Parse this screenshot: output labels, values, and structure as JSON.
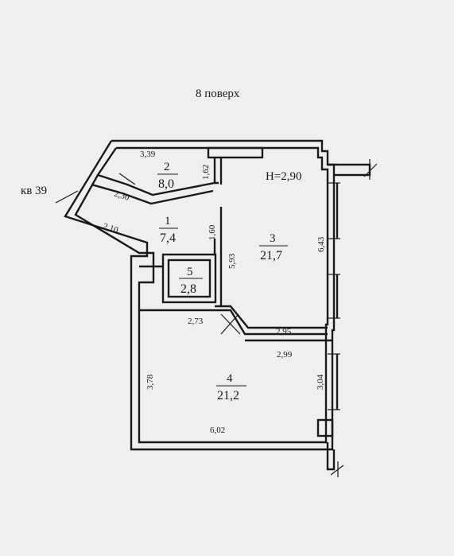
{
  "header": {
    "floor_label": "8 поверх"
  },
  "apartment_label": "кв 39",
  "ceiling_height": "H=2,90",
  "rooms": [
    {
      "number": "1",
      "area": "7,4"
    },
    {
      "number": "2",
      "area": "8,0"
    },
    {
      "number": "3",
      "area": "21,7"
    },
    {
      "number": "4",
      "area": "21,2"
    },
    {
      "number": "5",
      "area": "2,8"
    }
  ],
  "dimensions": {
    "top_wall": "3,39",
    "room2_right": "1,62",
    "diagonal_upper": "2,30",
    "diagonal_lower": "2,10",
    "corridor_wall": "1,60",
    "room3_inner": "5,93",
    "room3_right": "6,43",
    "room5_bottom": "2,73",
    "partition_upper": "2,95",
    "partition_lower": "2,99",
    "room4_left": "3,78",
    "room4_right": "3,04",
    "room4_bottom": "6,02"
  },
  "colors": {
    "background": "#eef0f0",
    "ink": "#1a1a1a"
  }
}
